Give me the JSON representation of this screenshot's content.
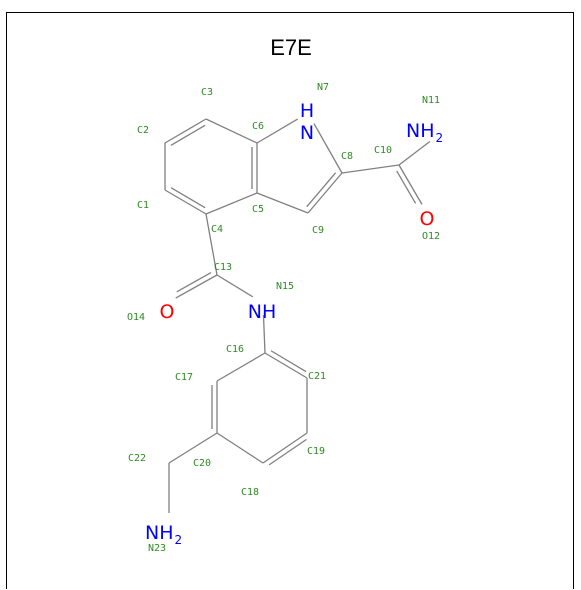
{
  "title": "E7E",
  "colors": {
    "bond": "#808080",
    "label": "#2e8b22",
    "nitrogen": "#0000ff",
    "oxygen": "#ff0000",
    "text": "#000000"
  },
  "heteroatoms": [
    {
      "id": "N7",
      "main": "N",
      "h": "H",
      "sub": "",
      "color": "nitrogen"
    },
    {
      "id": "N11",
      "main": "NH",
      "h": "",
      "sub": "2",
      "color": "nitrogen"
    },
    {
      "id": "O12",
      "main": "O",
      "h": "",
      "sub": "",
      "color": "oxygen"
    },
    {
      "id": "O14",
      "main": "O",
      "h": "",
      "sub": "",
      "color": "oxygen"
    },
    {
      "id": "N15",
      "main": "NH",
      "h": "",
      "sub": "",
      "color": "nitrogen"
    },
    {
      "id": "N23",
      "main": "NH",
      "h": "",
      "sub": "2",
      "color": "nitrogen"
    }
  ],
  "atom_labels": [
    "C1",
    "C2",
    "C3",
    "C4",
    "C5",
    "C6",
    "N7",
    "C8",
    "C9",
    "C10",
    "N11",
    "O12",
    "C13",
    "O14",
    "N15",
    "C16",
    "C17",
    "C18",
    "C19",
    "C20",
    "C21",
    "C22",
    "N23"
  ]
}
